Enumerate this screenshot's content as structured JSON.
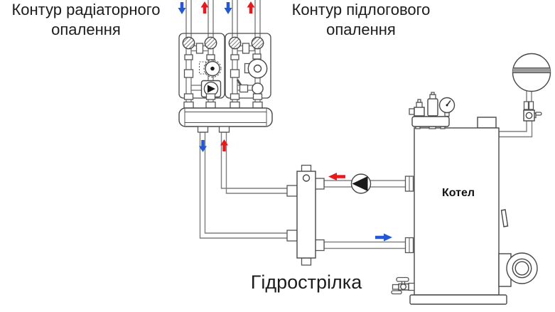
{
  "labels": {
    "radiator_circuit": {
      "line1": "Контур радіаторного",
      "line2": "опалення"
    },
    "floor_circuit": {
      "line1": "Контур підлогового",
      "line2": "опалення"
    },
    "boiler": "Котел",
    "separator": "Гідрострілка"
  },
  "colors": {
    "supply_arrow": "#e8191d",
    "return_arrow": "#2257d8",
    "component_outline": "#474747",
    "pipe_outline": "#7e7e7e",
    "background": "#ffffff"
  },
  "arrows": [
    {
      "id": "radiator-return",
      "direction": "down",
      "color": "#2257d8"
    },
    {
      "id": "radiator-supply",
      "direction": "up",
      "color": "#e8191d"
    },
    {
      "id": "floor-return",
      "direction": "down",
      "color": "#2257d8"
    },
    {
      "id": "floor-supply",
      "direction": "up",
      "color": "#e8191d"
    },
    {
      "id": "manifold-return",
      "direction": "down",
      "color": "#2257d8"
    },
    {
      "id": "manifold-supply",
      "direction": "up",
      "color": "#e8191d"
    },
    {
      "id": "boiler-supply",
      "direction": "left",
      "color": "#e8191d"
    },
    {
      "id": "boiler-return",
      "direction": "right",
      "color": "#2257d8"
    }
  ],
  "components": [
    "radiator-pump-group",
    "floor-pump-group",
    "distribution-manifold",
    "hydraulic-separator",
    "circulation-pump",
    "boiler",
    "safety-group",
    "expansion-tank",
    "ball-valve",
    "blower-fan",
    "drain-valve"
  ]
}
